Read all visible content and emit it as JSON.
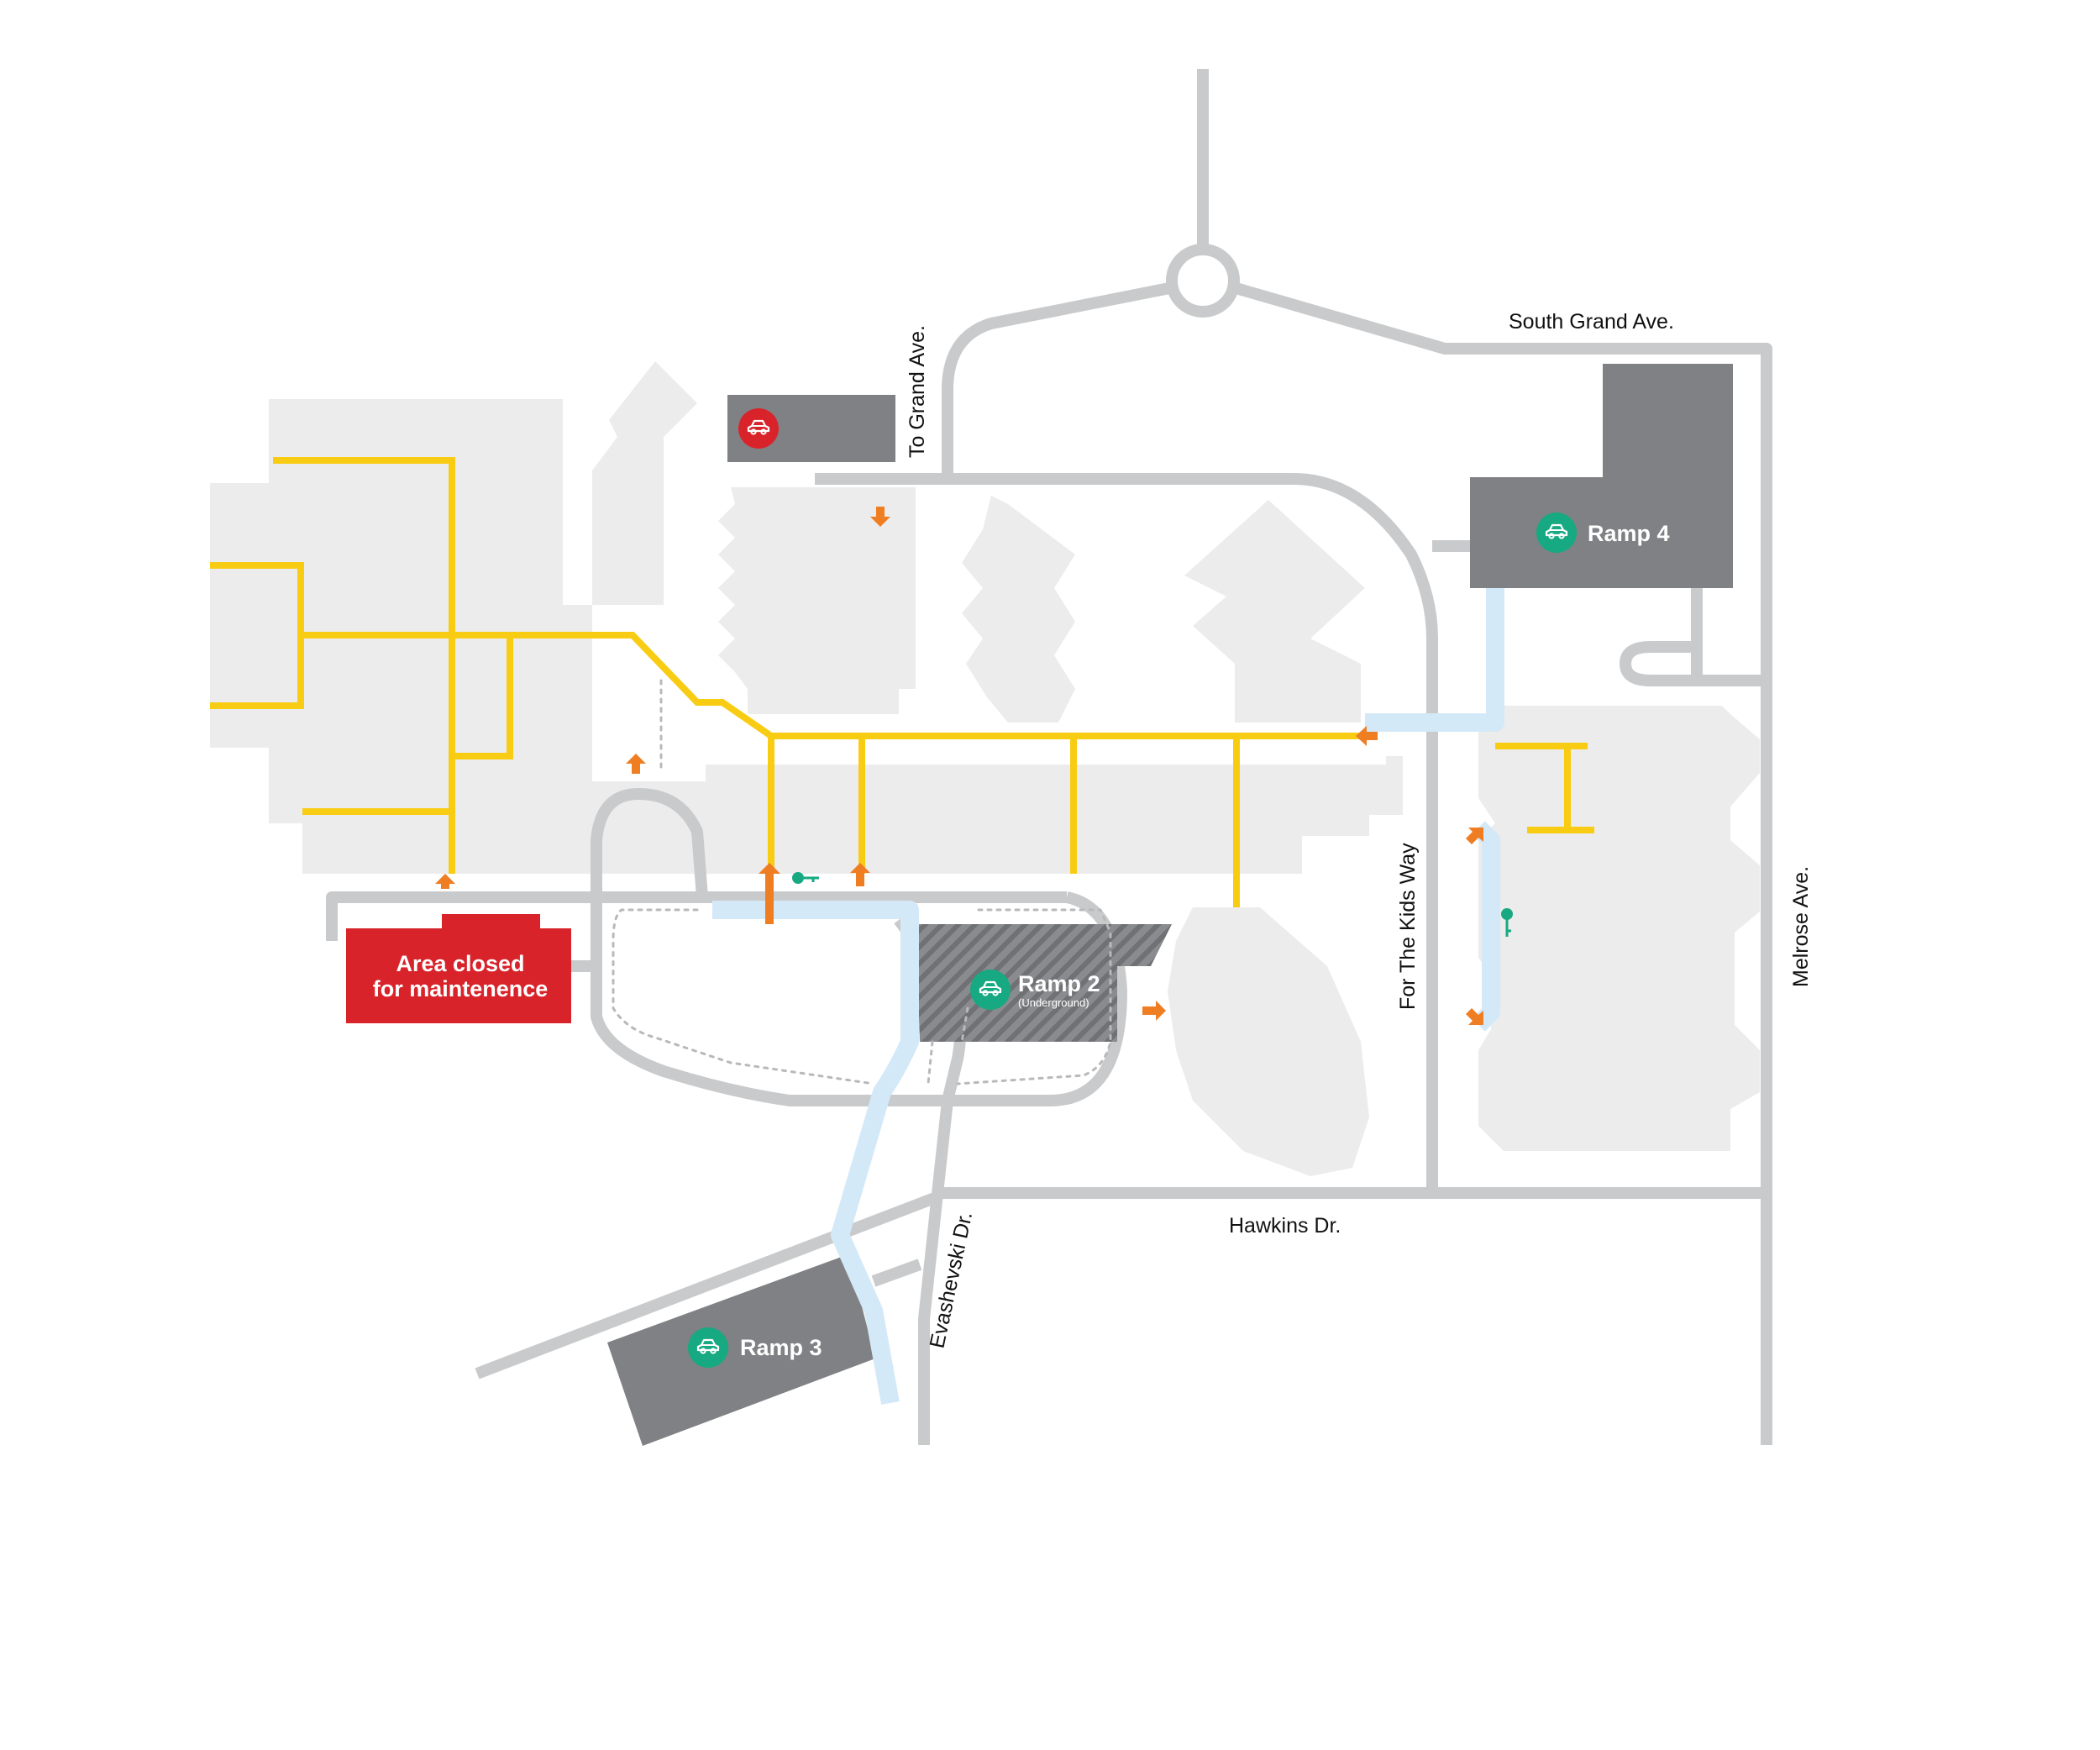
{
  "map": {
    "roads": {
      "south_grand": "South Grand Ave.",
      "to_grand": "To Grand Ave.",
      "for_the_kids": "For The Kids Way",
      "melrose": "Melrose Ave.",
      "hawkins": "Hawkins Dr.",
      "evashevski": "Evashevski Dr."
    },
    "ramps": {
      "ramp2": {
        "label": "Ramp 2",
        "sublabel": "(Underground)"
      },
      "ramp3": {
        "label": "Ramp 3"
      },
      "ramp4": {
        "label": "Ramp 4"
      }
    },
    "closed_area": {
      "line1": "Area closed",
      "line2": "for maintenence"
    },
    "icons": {
      "parking": "car-icon",
      "entrance": "arrow-icon",
      "key": "key-icon"
    },
    "colors": {
      "road": "#c9cacb",
      "building": "#ececec",
      "ramp": "#808184",
      "skywalk": "#f9cc14",
      "walkway": "#d4e9f7",
      "entrance_arrow": "#ef7d22",
      "parking_badge": "#16a982",
      "closed": "#d8232a",
      "key": "#16a982"
    }
  }
}
